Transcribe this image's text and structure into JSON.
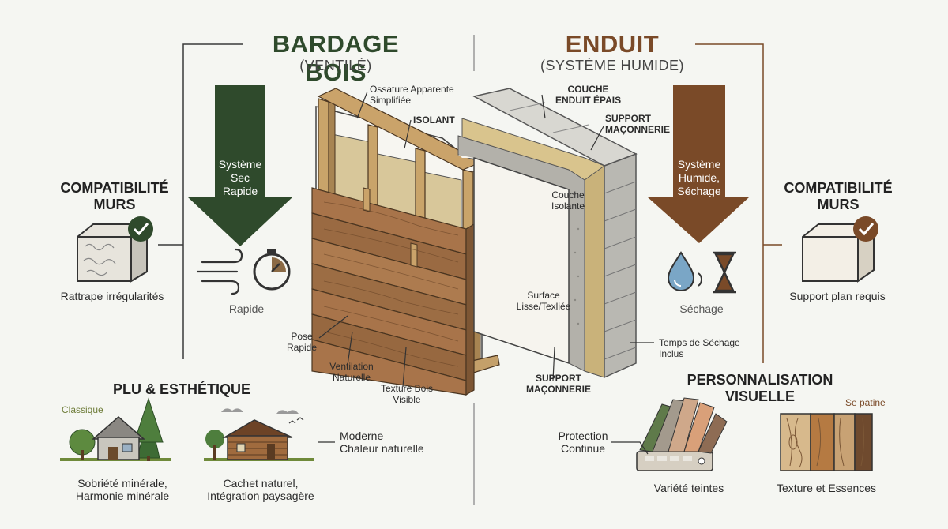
{
  "left": {
    "title": "BARDAGE BOIS",
    "subtitle": "(VENTILÉ)",
    "arrow_text": [
      "Système",
      "Sec",
      "Rapide"
    ],
    "speed_label": "Rapide",
    "compat_title": [
      "COMPATIBILITÉ",
      "MURS"
    ],
    "compat_caption": "Rattrape irrégularités",
    "plu_title": "PLU & ESTHÉTIQUE",
    "classique": "Classique",
    "house_caption": [
      "Sobriété minérale,",
      "Harmonie minérale"
    ],
    "cabin_caption": [
      "Cachet naturel,",
      "Intégration paysagère"
    ],
    "moderne": [
      "Moderne",
      "Chaleur naturelle"
    ]
  },
  "right": {
    "title": "ENDUIT",
    "subtitle": "(SYSTÈME HUMIDE)",
    "arrow_text": [
      "Système",
      "Humide,",
      "Séchage"
    ],
    "drying_label": "Séchage",
    "compat_title": [
      "COMPATIBILITÉ",
      "MURS"
    ],
    "compat_caption": "Support plan requis",
    "perso_title": [
      "PERSONNALISATION",
      "VISUELLE"
    ],
    "protection": [
      "Protection",
      "Continue"
    ],
    "variety": "Variété teintes",
    "se_patine": "Se patine",
    "texture": "Texture et Essences"
  },
  "callouts": {
    "ossature": [
      "Ossature Apparente",
      "Simplifiée"
    ],
    "isolant": "ISOLANT",
    "pose": [
      "Pose",
      "Rapide"
    ],
    "ventilation": [
      "Ventilation",
      "Naturelle"
    ],
    "texture_bois": [
      "Texture Bois",
      "Visible"
    ],
    "couche_enduit": [
      "COUCHE",
      "ENDUIT ÉPAIS"
    ],
    "support_top": [
      "SUPPORT",
      "MAÇONNERIE"
    ],
    "couche_isolante": [
      "Couche",
      "Isolante"
    ],
    "surface": [
      "Surface",
      "Lisse/Texliée"
    ],
    "temps": [
      "Temps de Séchage",
      "Inclus"
    ],
    "support_bottom": [
      "SUPPORT",
      "MAÇONNERIE"
    ]
  },
  "colors": {
    "green_dark": "#2f4a2c",
    "brown": "#7a4a28",
    "background": "#f5f6f2"
  }
}
